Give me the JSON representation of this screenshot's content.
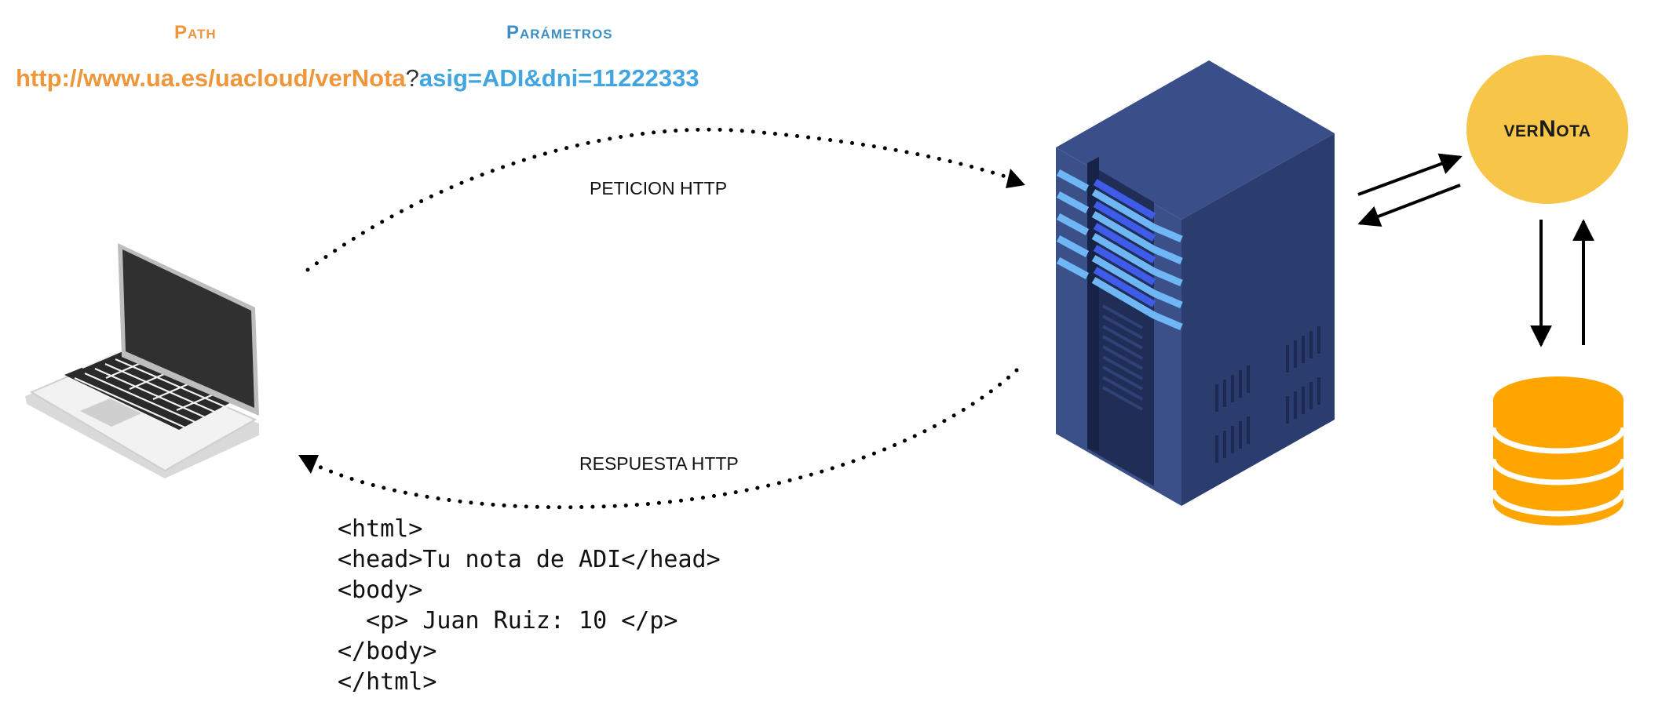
{
  "labels": {
    "path": "Path",
    "params": "Parámetros"
  },
  "url": {
    "path": "http://www.ua.es/uacloud/verNota",
    "question_mark": "?",
    "params": "asig=ADI&dni=11222333"
  },
  "arrows": {
    "request": "PETICION HTTP",
    "response": "RESPUESTA HTTP"
  },
  "code": {
    "lines": [
      "<html>",
      "<head>Tu nota de ADI</head>",
      "<body>",
      "  <p> Juan Ruiz: 10 </p>",
      "</body>",
      "</html>"
    ]
  },
  "service": {
    "name": "verNota"
  },
  "colors": {
    "path_orange": "#f0963a",
    "params_blue": "#42a5df",
    "service_yellow": "#f7c548",
    "db_orange": "#ffa500",
    "server_blue": "#354a82"
  },
  "icons": {
    "client": "laptop-icon",
    "server": "server-icon",
    "database": "database-icon"
  }
}
